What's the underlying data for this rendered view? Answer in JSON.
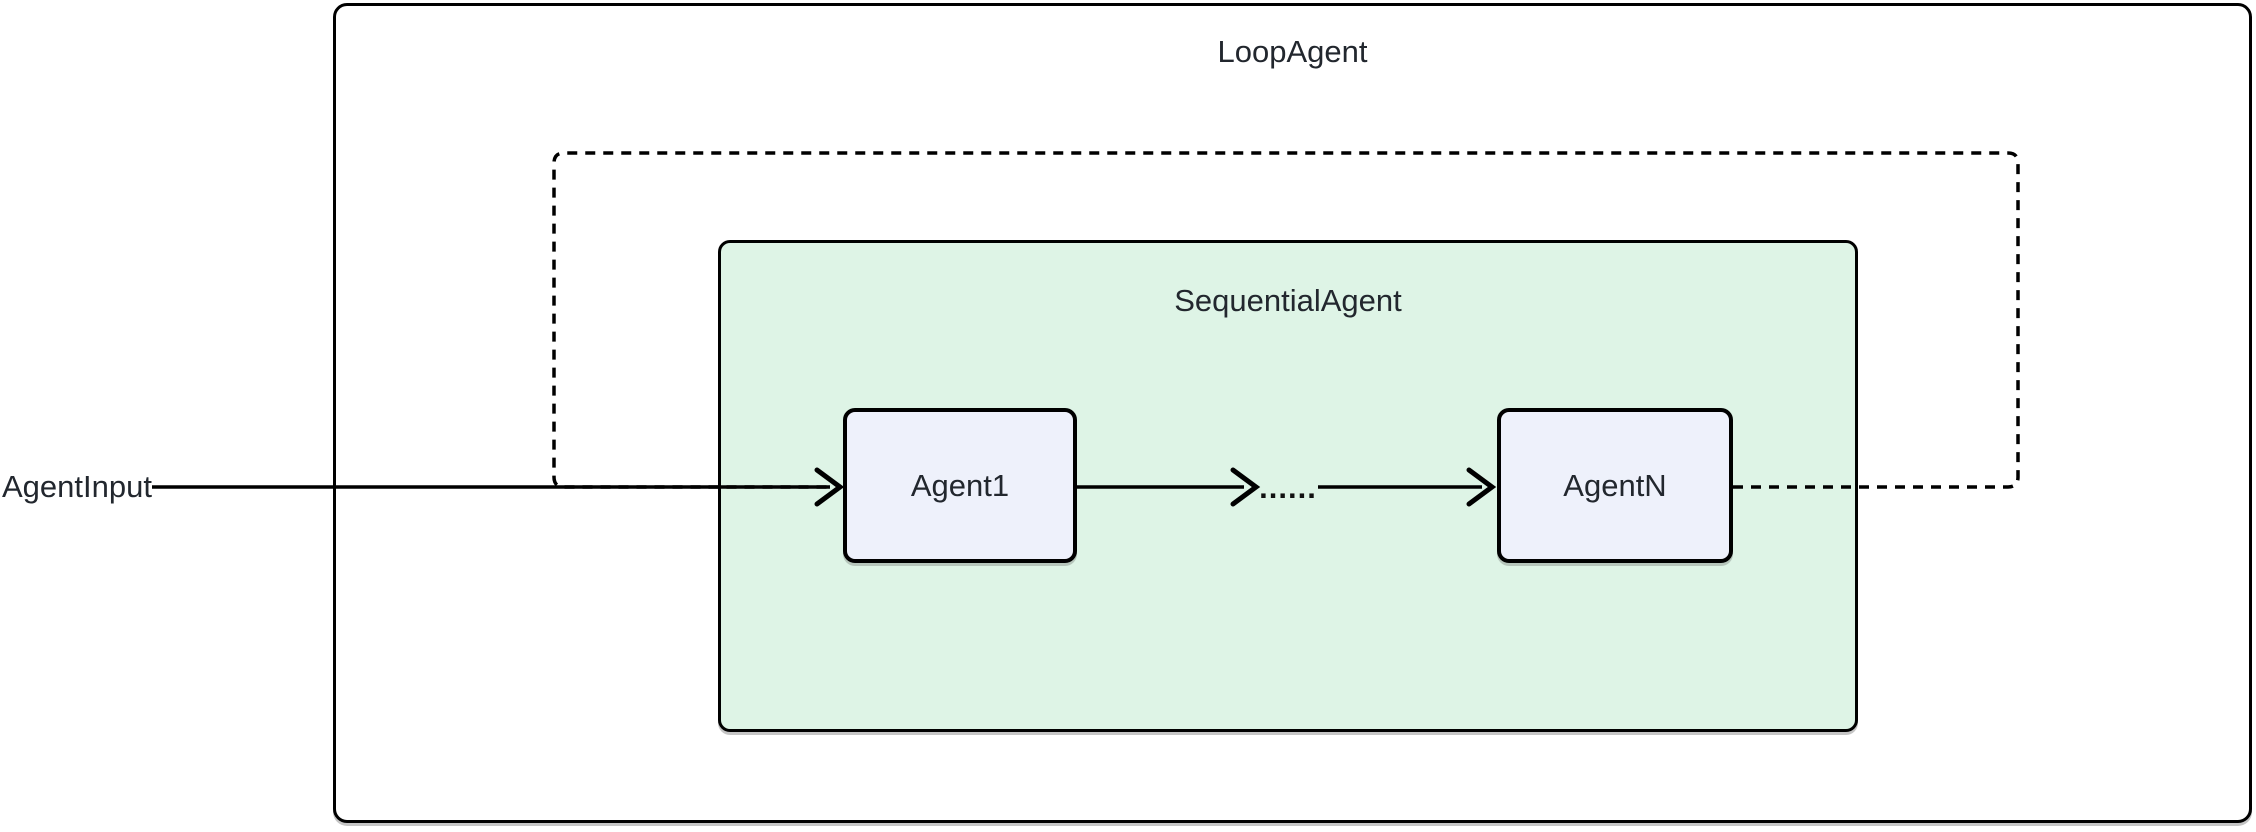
{
  "diagram": {
    "loop_agent_label": "LoopAgent",
    "sequential_agent_label": "SequentialAgent",
    "nodes": [
      {
        "label": "Agent1"
      },
      {
        "label": "AgentN"
      }
    ],
    "input_label": "AgentInput",
    "ellipsis_label": "......",
    "edges": [
      {
        "name": "agent-input-to-agent1",
        "style": "solid",
        "arrow": true
      },
      {
        "name": "agent1-to-ellipsis",
        "style": "solid",
        "arrow": true
      },
      {
        "name": "ellipsis-to-agentn",
        "style": "solid",
        "arrow": true
      },
      {
        "name": "agentn-loop-back-to-agent1",
        "style": "dashed",
        "arrow": false
      }
    ],
    "colors": {
      "sequential_fill": "#def4e6",
      "node_fill": "#eef1fb",
      "stroke": "#000000",
      "text": "#22272e",
      "background": "#ffffff"
    }
  }
}
